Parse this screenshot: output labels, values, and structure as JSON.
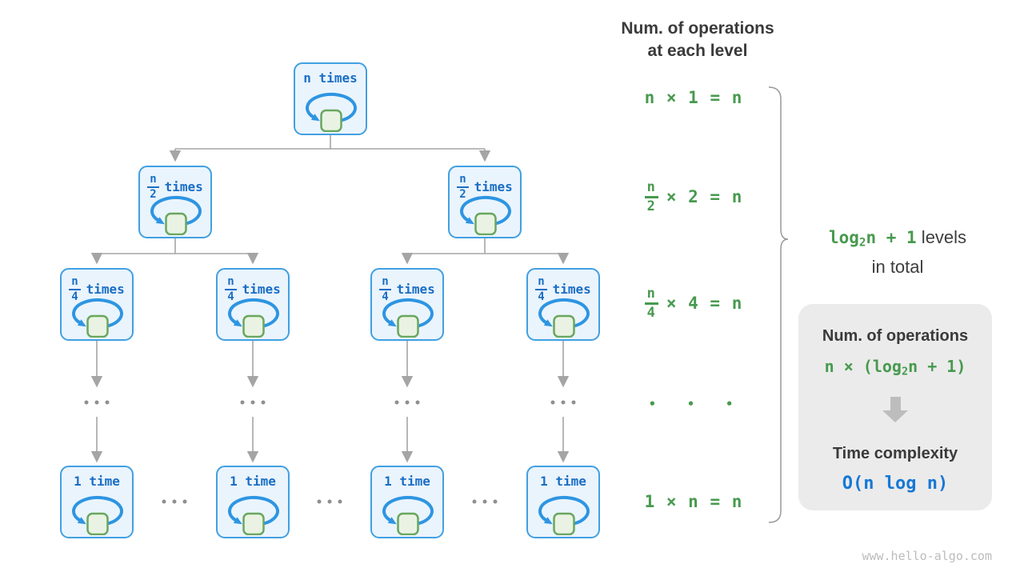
{
  "header": {
    "line1": "Num. of operations",
    "line2": "at each level"
  },
  "tree": {
    "nodes": [
      {
        "kind": "plain",
        "label": "n times"
      },
      {
        "kind": "frac",
        "num": "n",
        "den": "2",
        "word": "times"
      },
      {
        "kind": "frac",
        "num": "n",
        "den": "2",
        "word": "times"
      },
      {
        "kind": "frac",
        "num": "n",
        "den": "4",
        "word": "times"
      },
      {
        "kind": "frac",
        "num": "n",
        "den": "4",
        "word": "times"
      },
      {
        "kind": "frac",
        "num": "n",
        "den": "4",
        "word": "times"
      },
      {
        "kind": "frac",
        "num": "n",
        "den": "4",
        "word": "times"
      },
      {
        "kind": "plain",
        "label": "1 time"
      },
      {
        "kind": "plain",
        "label": "1 time"
      },
      {
        "kind": "plain",
        "label": "1 time"
      },
      {
        "kind": "plain",
        "label": "1 time"
      }
    ],
    "ellipsis": "..."
  },
  "ops": {
    "row1": "n × 1 = n",
    "row2": {
      "num": "n",
      "den": "2",
      "rest": "× 2 = n"
    },
    "row3": {
      "num": "n",
      "den": "4",
      "rest": "× 4 = n"
    },
    "dots": "•  •  •",
    "row4": "1 × n = n"
  },
  "levels_note": {
    "green_prefix": "log",
    "green_sub": "2",
    "green_suffix": "n + 1",
    "dark": " levels",
    "line2": "in total"
  },
  "summary": {
    "title": "Num. of operations",
    "formula_prefix": "n × (log",
    "formula_sub": "2",
    "formula_suffix": "n + 1)",
    "subtitle": "Time complexity",
    "big_o": "O(n log n)"
  },
  "watermark": "www.hello-algo.com",
  "colors": {
    "node_border": "#41a0e2",
    "node_fill": "#eaf4fd",
    "node_text": "#1a6ec5",
    "loop_blue": "#2d95e2",
    "square_fill": "#eaf3e3",
    "square_border": "#69a75e",
    "green": "#479a4e",
    "blue_bigo": "#1678d6",
    "dark_text": "#3a3a3a",
    "connector_gray": "#a5a5a5",
    "card_bg": "#ebebeb"
  }
}
